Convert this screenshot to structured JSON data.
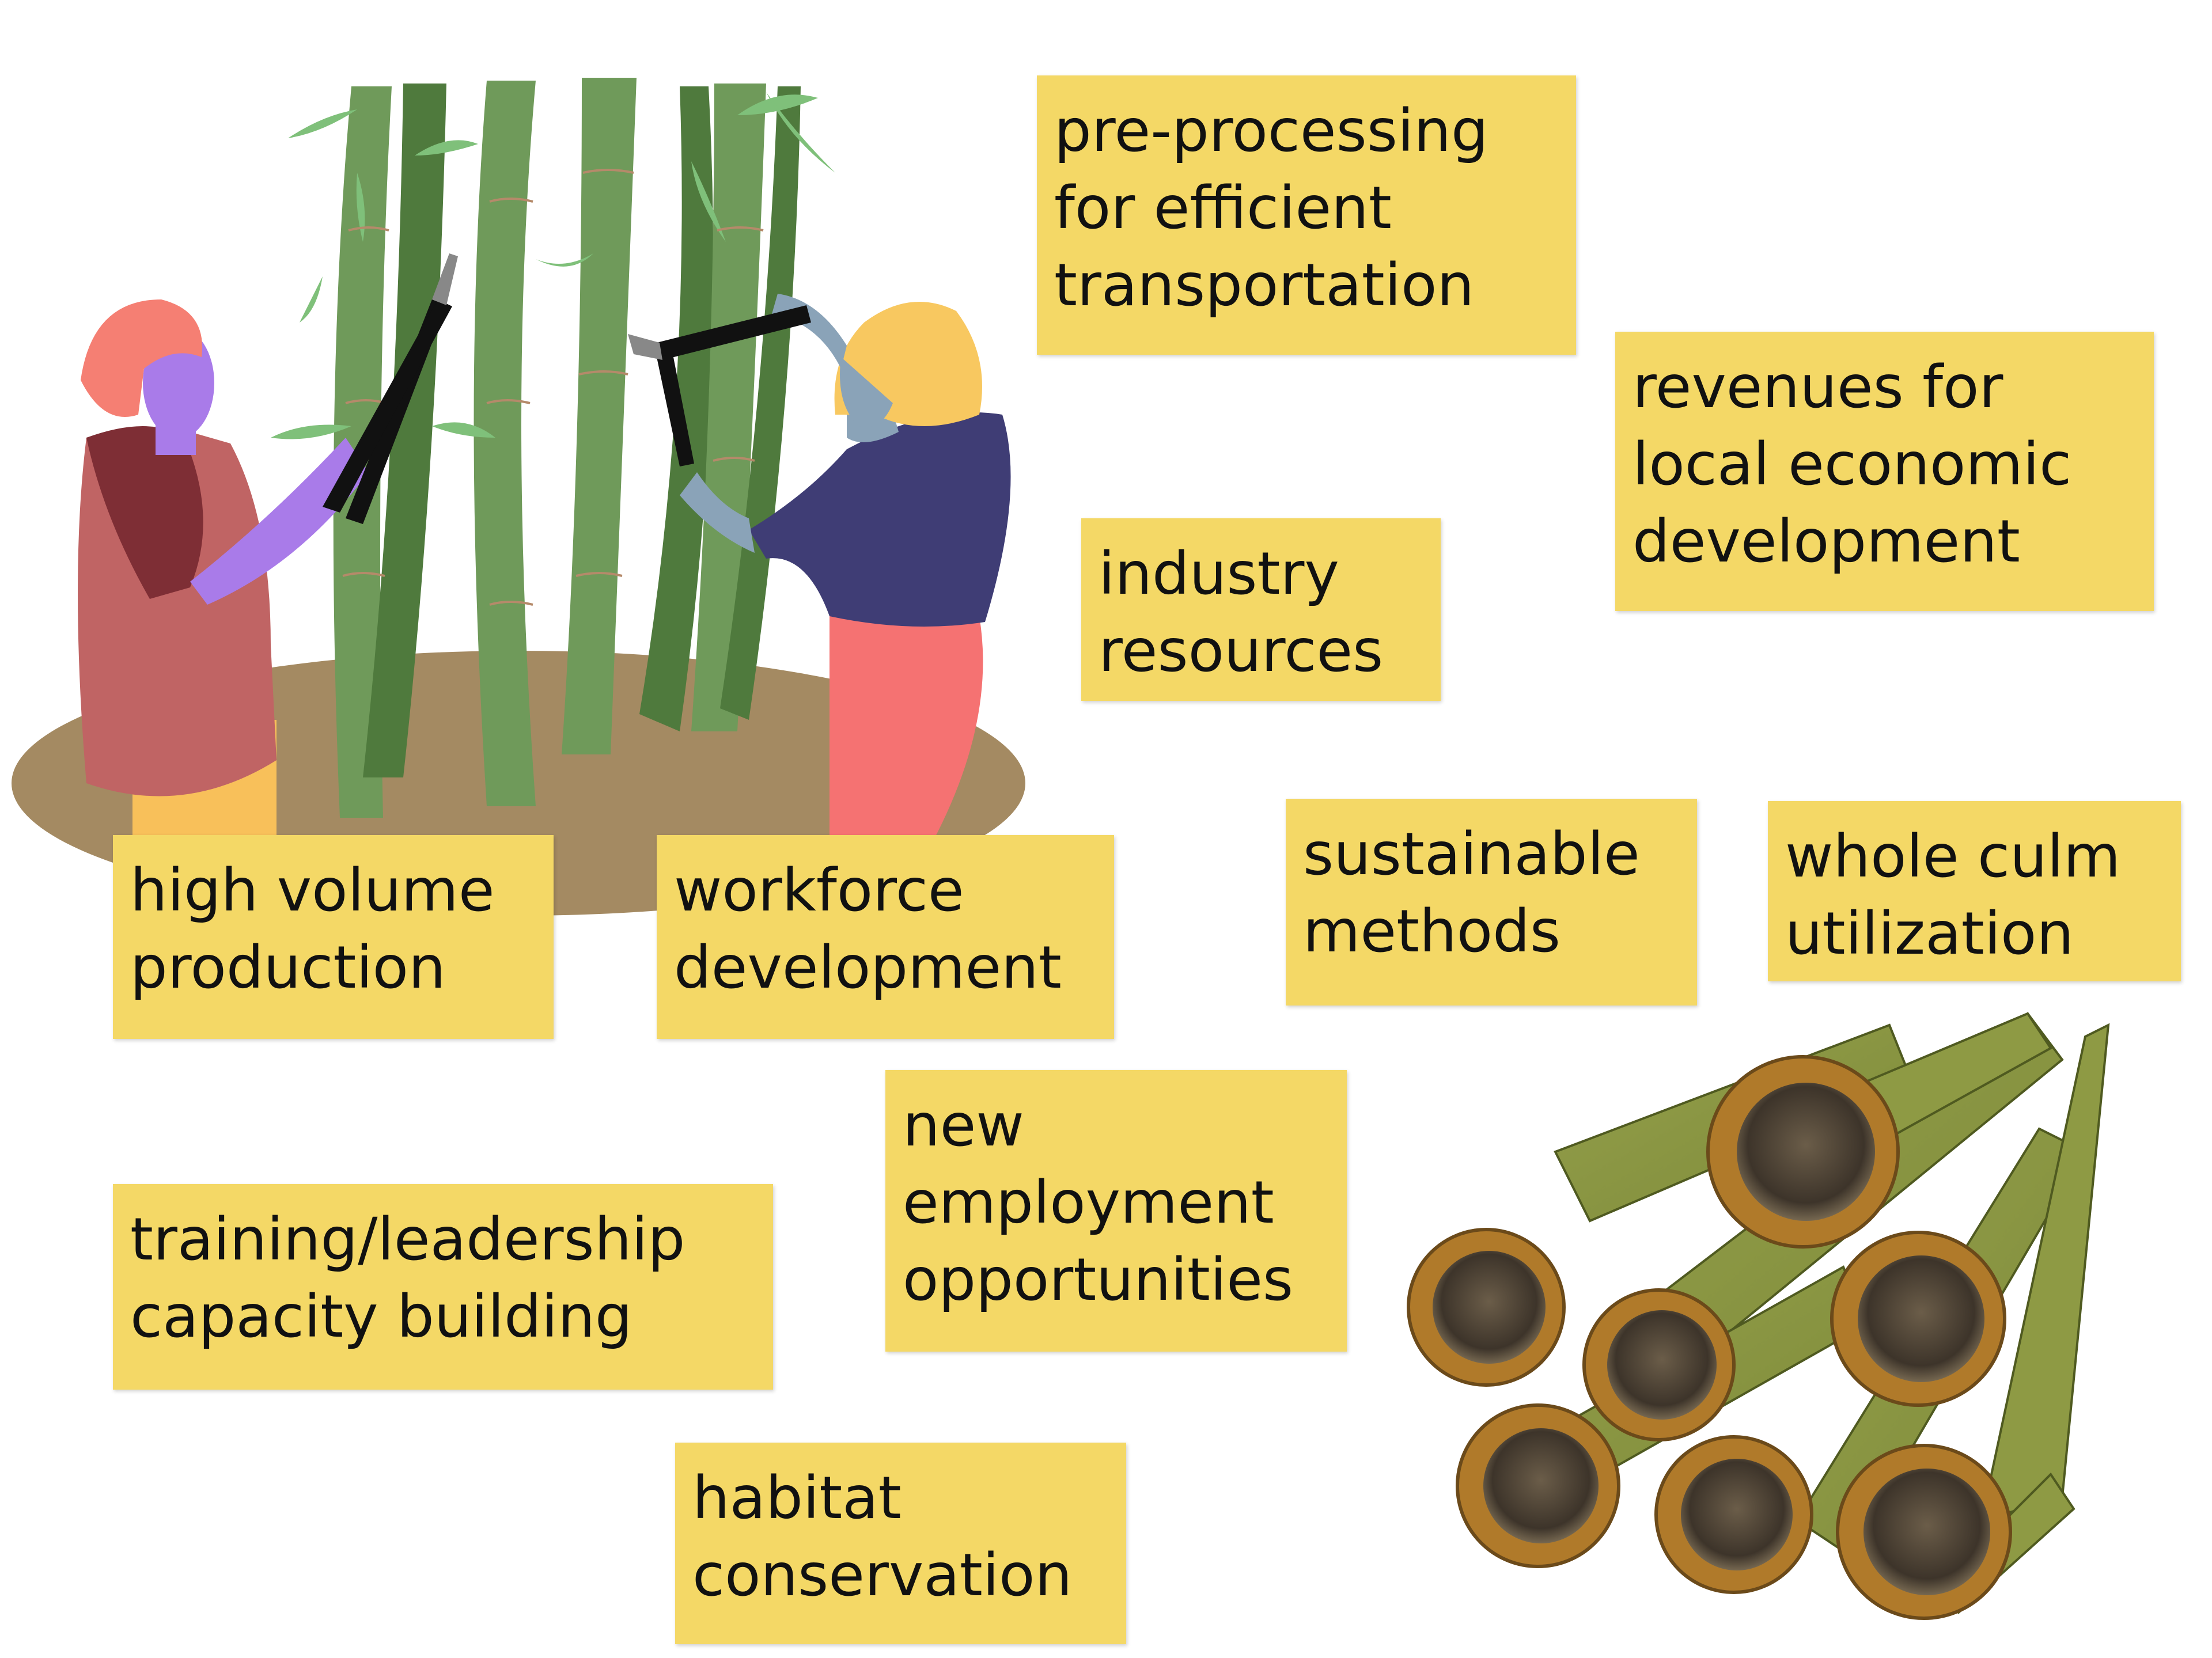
{
  "colors": {
    "label_bg": "#f4d866",
    "bamboo_green": "#6f9a5a",
    "bamboo_dark": "#4f7a3d",
    "ground": "#a48a62",
    "culm_outer": "#8a9240",
    "culm_ring": "#b07a2a"
  },
  "labels": {
    "high_volume": [
      "high volume",
      "production"
    ],
    "workforce": [
      "workforce",
      "development"
    ],
    "pre_processing": [
      "pre-processing",
      "for efficient",
      "transportation"
    ],
    "revenues": [
      "revenues for",
      "local economic",
      "development"
    ],
    "industry": [
      "industry",
      "resources"
    ],
    "sustainable": [
      "sustainable",
      "methods"
    ],
    "whole_culm": [
      "whole culm",
      "utilization"
    ],
    "new_employment": [
      "new",
      "employment",
      "opportunities"
    ],
    "training": [
      "training/leadership",
      "capacity building"
    ],
    "habitat": [
      "habitat",
      "conservation"
    ]
  }
}
